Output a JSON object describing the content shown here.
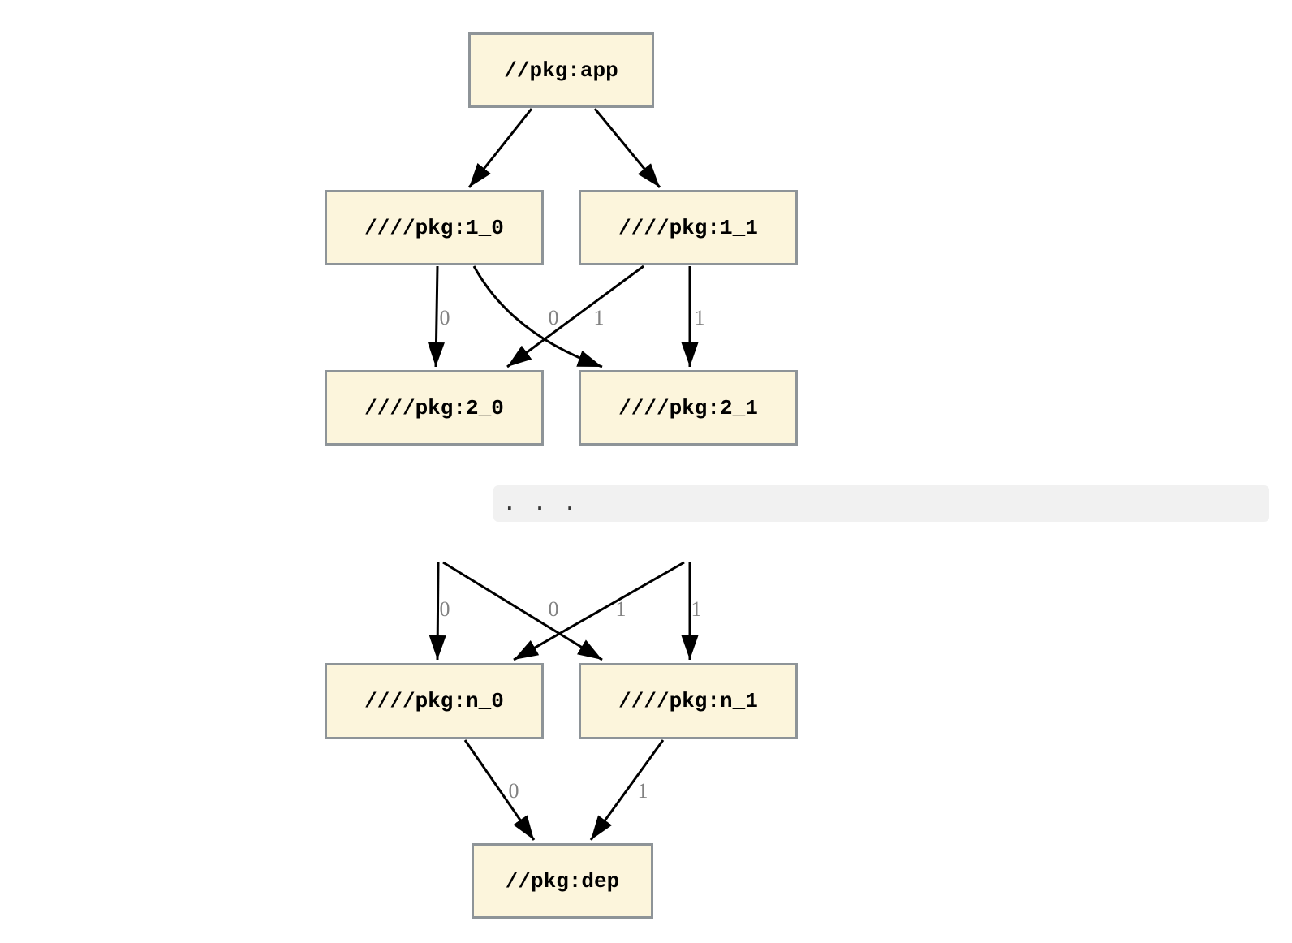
{
  "diagram": {
    "kind": "dependency-graph",
    "nodes": [
      {
        "id": "app",
        "label": "//pkg:app"
      },
      {
        "id": "1_0",
        "label": "////pkg:1_0"
      },
      {
        "id": "1_1",
        "label": "////pkg:1_1"
      },
      {
        "id": "2_0",
        "label": "////pkg:2_0"
      },
      {
        "id": "2_1",
        "label": "////pkg:2_1"
      },
      {
        "id": "n_0",
        "label": "////pkg:n_0"
      },
      {
        "id": "n_1",
        "label": "////pkg:n_1"
      },
      {
        "id": "dep",
        "label": "//pkg:dep"
      }
    ],
    "ellipsis": ". . .",
    "edges": [
      {
        "from": "//pkg:app",
        "to": "////pkg:1_0",
        "label": ""
      },
      {
        "from": "//pkg:app",
        "to": "////pkg:1_1",
        "label": ""
      },
      {
        "from": "////pkg:1_0",
        "to": "////pkg:2_0",
        "label": "0"
      },
      {
        "from": "////pkg:1_1",
        "to": "////pkg:2_0",
        "label": "0"
      },
      {
        "from": "////pkg:1_0",
        "to": "////pkg:2_1",
        "label": "1"
      },
      {
        "from": "////pkg:1_1",
        "to": "////pkg:2_1",
        "label": "1"
      },
      {
        "from": ". . .",
        "to": "////pkg:n_0",
        "label": "0"
      },
      {
        "from": ". . .",
        "to": "////pkg:n_0",
        "label": "0"
      },
      {
        "from": ". . .",
        "to": "////pkg:n_1",
        "label": "1"
      },
      {
        "from": ". . .",
        "to": "////pkg:n_1",
        "label": "1"
      },
      {
        "from": "////pkg:n_0",
        "to": "//pkg:dep",
        "label": "0"
      },
      {
        "from": "////pkg:n_1",
        "to": "//pkg:dep",
        "label": "1"
      }
    ],
    "colors": {
      "node_fill": "#fcf5dc",
      "node_border": "#8e9498",
      "edge": "#000000",
      "edge_label": "#828282",
      "ellipsis_bg": "#f1f1f1",
      "background": "#ffffff"
    }
  }
}
